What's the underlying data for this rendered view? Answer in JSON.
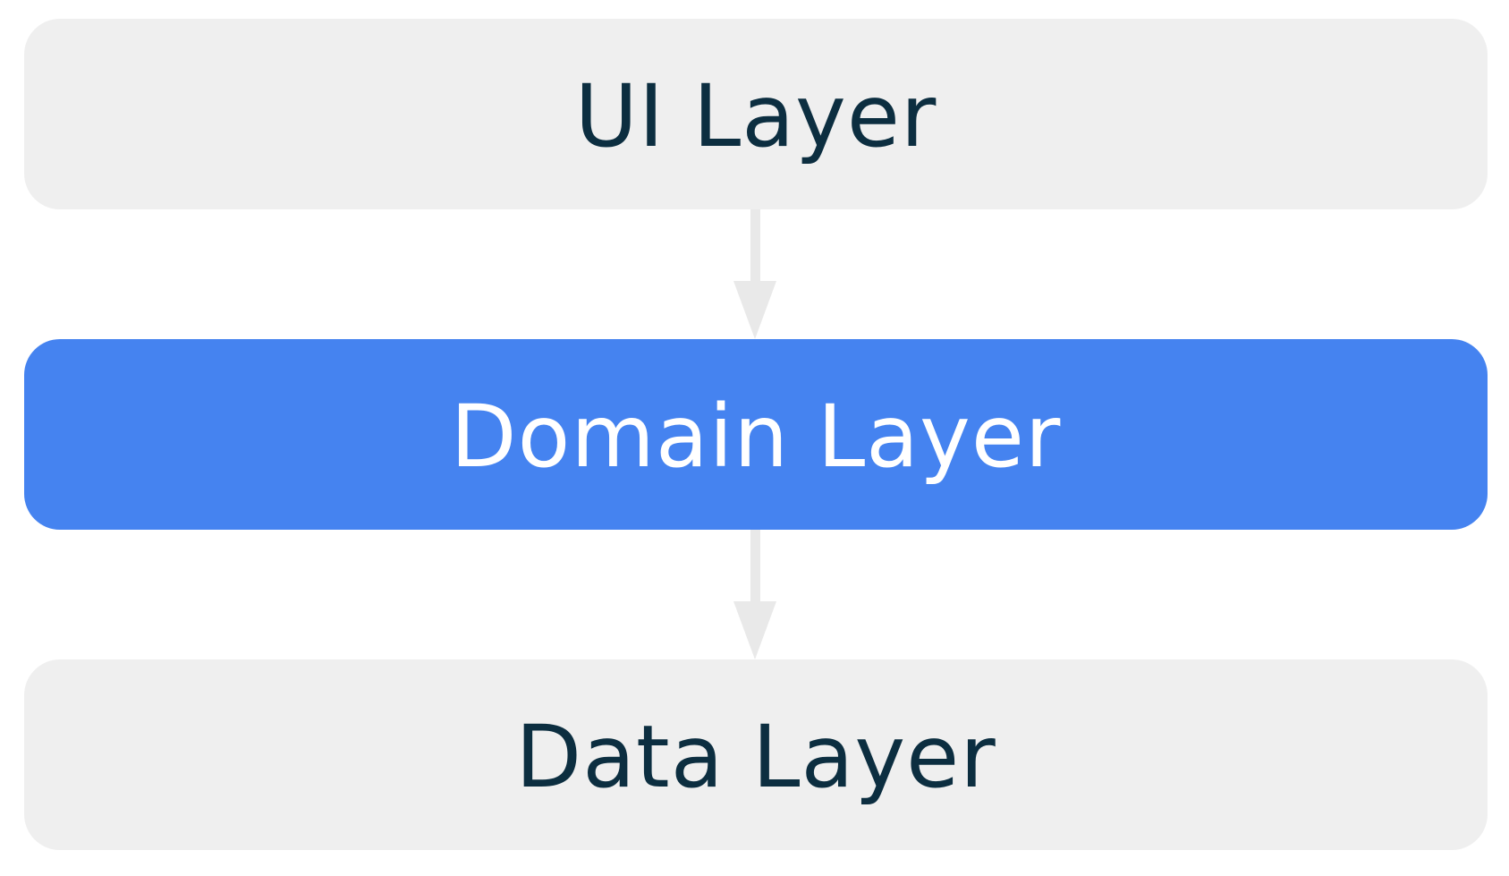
{
  "layers": [
    {
      "id": "ui",
      "label": "UI Layer",
      "style": "muted"
    },
    {
      "id": "domain",
      "label": "Domain Layer",
      "style": "accent"
    },
    {
      "id": "data",
      "label": "Data Layer",
      "style": "muted"
    }
  ],
  "connectors": [
    {
      "from": "ui",
      "to": "domain"
    },
    {
      "from": "domain",
      "to": "data"
    }
  ],
  "colors": {
    "muted_fill": "#efefef",
    "muted_text": "#0c2e40",
    "accent_fill": "#4583f0",
    "accent_text": "#ffffff",
    "connector": "#e9e9e9"
  }
}
